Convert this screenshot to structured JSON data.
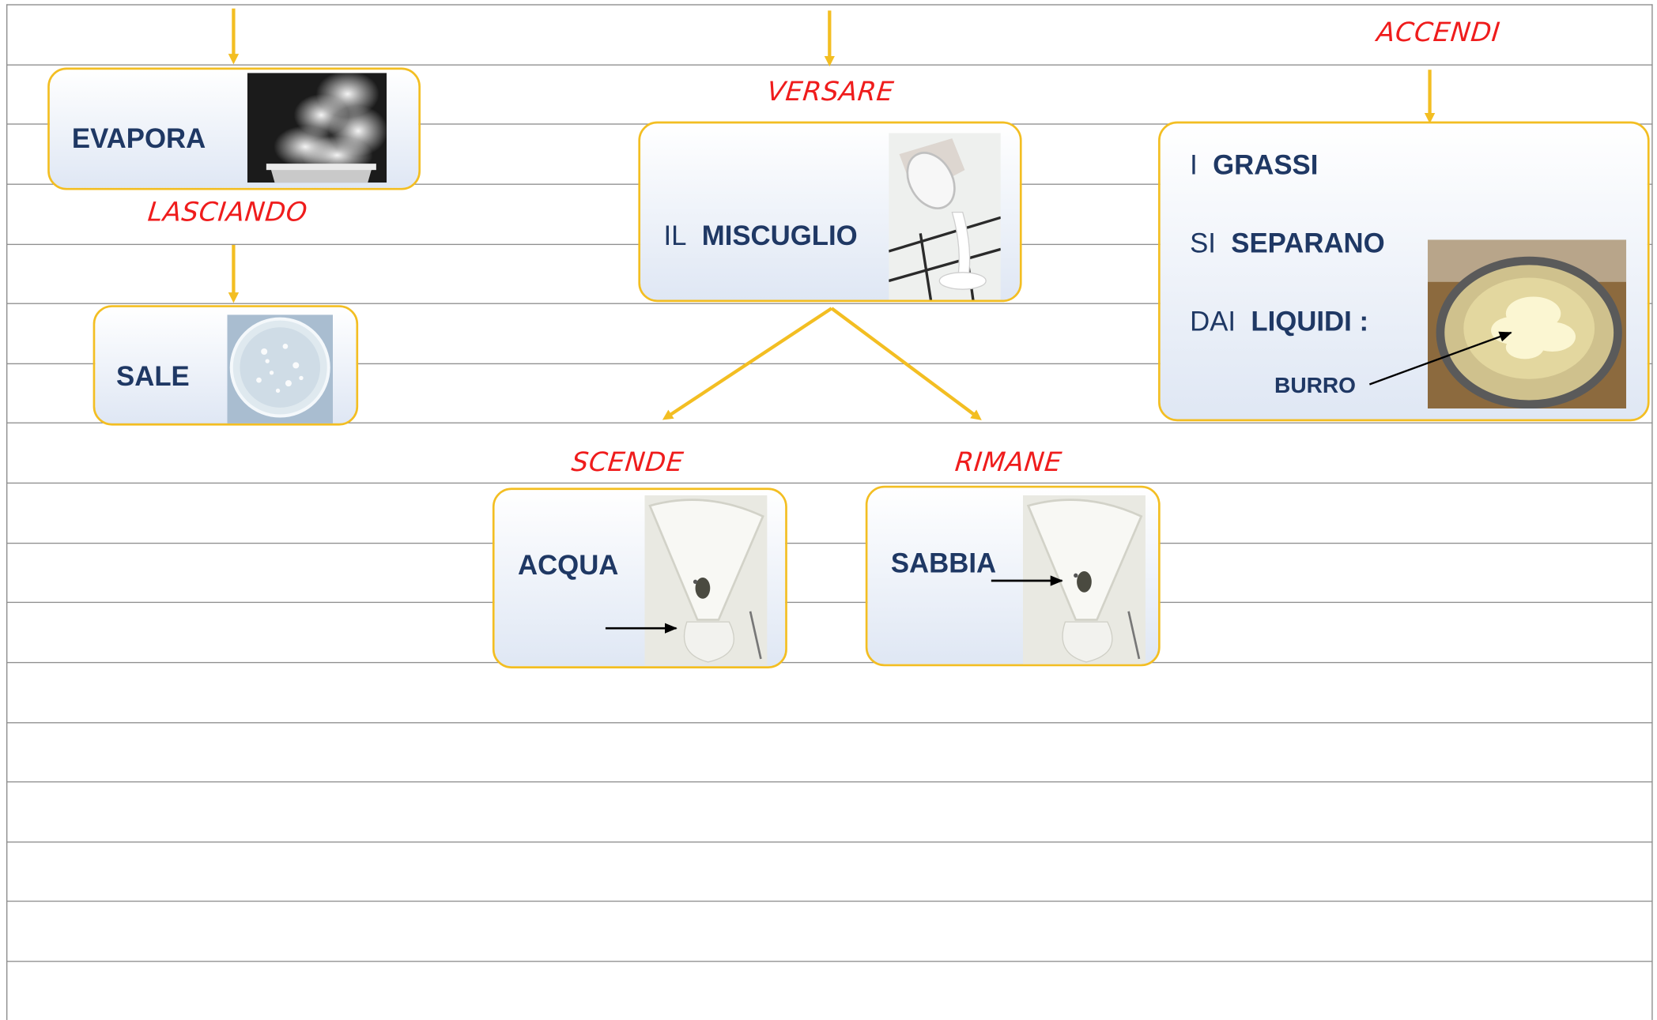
{
  "colors": {
    "connector": "#f3be22",
    "note_text": "#ef1c1c",
    "box_text": "#1f3864",
    "box_border": "#f3be22",
    "ruled_line": "#8f8f8f"
  },
  "notes": {
    "lasciando": "LASCIANDO",
    "versare": "VERSARE",
    "accendi": "ACCENDI",
    "scende": "SCENDE",
    "rimane": "RIMANE"
  },
  "boxes": {
    "evapora": {
      "label": "EVAPORA",
      "image": "steam-photo"
    },
    "sale": {
      "label": "SALE",
      "image": "salt-dish-photo"
    },
    "miscuglio": {
      "word1": "IL",
      "word2": "MISCUGLIO",
      "image": "pouring-mixture-photo"
    },
    "grassi": {
      "line1_a": "I",
      "line1_b": "GRASSI",
      "line2_a": "SI",
      "line2_b": "SEPARANO",
      "line3_a": "DAI",
      "line3_b": "LIQUIDI :",
      "annotation": "BURRO",
      "image": "butter-bowl-photo"
    },
    "acqua": {
      "label": "ACQUA",
      "image": "funnel-water-photo"
    },
    "sabbia": {
      "label": "SABBIA",
      "image": "funnel-sand-photo"
    }
  }
}
